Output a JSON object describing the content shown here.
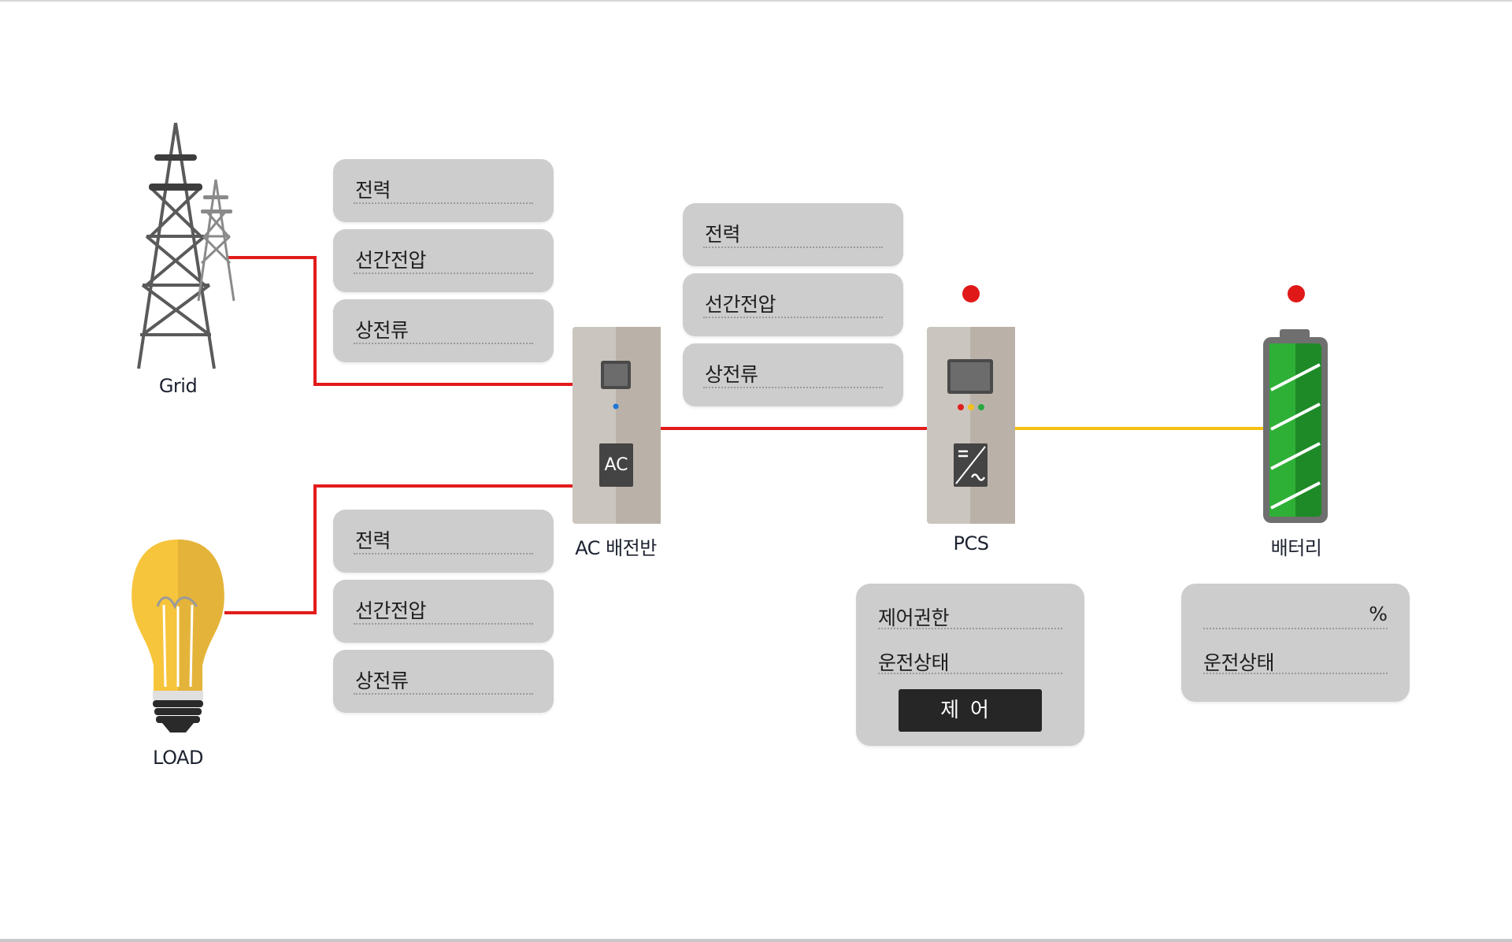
{
  "nodes": {
    "grid_label": "Grid",
    "load_label": "LOAD",
    "ac_panel_label": "AC 배전반",
    "ac_badge": "AC",
    "pcs_label": "PCS",
    "battery_label": "배터리"
  },
  "grid_box": {
    "power": "전력",
    "line_voltage": "선간전압",
    "phase_current": "상전류"
  },
  "load_box": {
    "power": "전력",
    "line_voltage": "선간전압",
    "phase_current": "상전류"
  },
  "pcs_box": {
    "power": "전력",
    "line_voltage": "선간전압",
    "phase_current": "상전류"
  },
  "pcs_panel": {
    "control_authority": "제어권한",
    "run_status": "운전상태",
    "control_button": "제어"
  },
  "battery_panel": {
    "soc_unit": "%",
    "run_status": "운전상태"
  },
  "colors": {
    "ac_line": "#e31b1b",
    "dc_line": "#f5c012",
    "status_led": "#e01818",
    "box_bg": "#cdcdcd",
    "battery_green": "#2ea836"
  }
}
